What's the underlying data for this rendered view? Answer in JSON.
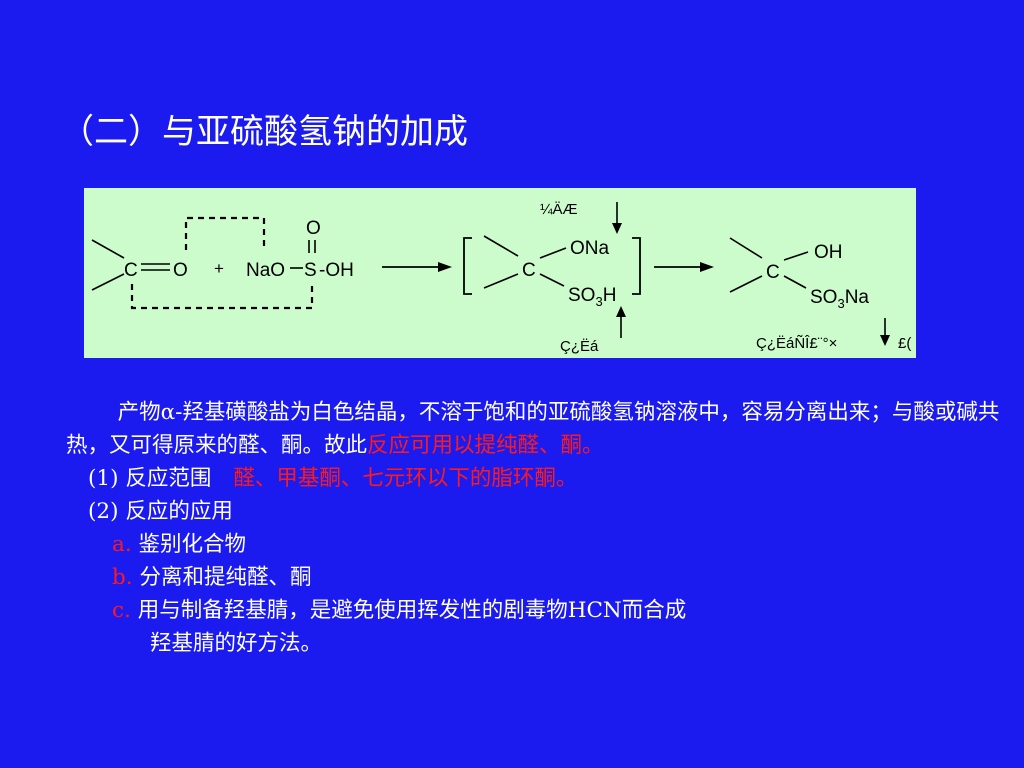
{
  "title": "（二）与亚硫酸氢钠的加成",
  "reaction": {
    "reactant_c": "C",
    "reactant_o": "O",
    "plus": "+",
    "reagent_nao": "NaO",
    "reagent_s": "S",
    "reagent_oh": "-OH",
    "reagent_top_o": "O",
    "intermediate_c": "C",
    "intermediate_ona": "ONa",
    "intermediate_so3": "SO",
    "intermediate_sub": "3",
    "intermediate_h": "H",
    "product_c": "C",
    "product_oh": "OH",
    "product_so3": "SO",
    "product_sub": "3",
    "product_na": "Na",
    "label_top": "¼ÄÆ",
    "label_bottom_mid": "Ç¿Ëá",
    "label_bottom_right": "Ç¿ËáÑÎ£¨°×",
    "label_far_right": "£("
  },
  "paragraph": {
    "normal": "产物α-羟基磺酸盐为白色结晶，不溶于饱和的亚硫酸氢钠溶液中，容易分离出来；与酸或碱共热，又可得原来的醛、酮。故此",
    "highlight": "反应可用以提纯醛、酮。"
  },
  "scope": {
    "marker": "(1)",
    "label": "反应范围",
    "value": "醛、甲基酮、七元环以下的脂环酮。"
  },
  "application": {
    "marker": "(2)",
    "label": "反应的应用"
  },
  "items": [
    {
      "marker": "a.",
      "text": "鉴别化合物"
    },
    {
      "marker": "b.",
      "text": "分离和提纯醛、酮"
    },
    {
      "marker": "c.",
      "text": "用与制备羟基腈，是避免使用挥发性的剧毒物HCN而合成"
    }
  ],
  "item_c_continuation": "羟基腈的好方法。",
  "colors": {
    "background": "#1b1bf0",
    "panel": "#ccfbcc",
    "highlight": "#ff1a1a",
    "text": "#ffffff"
  }
}
